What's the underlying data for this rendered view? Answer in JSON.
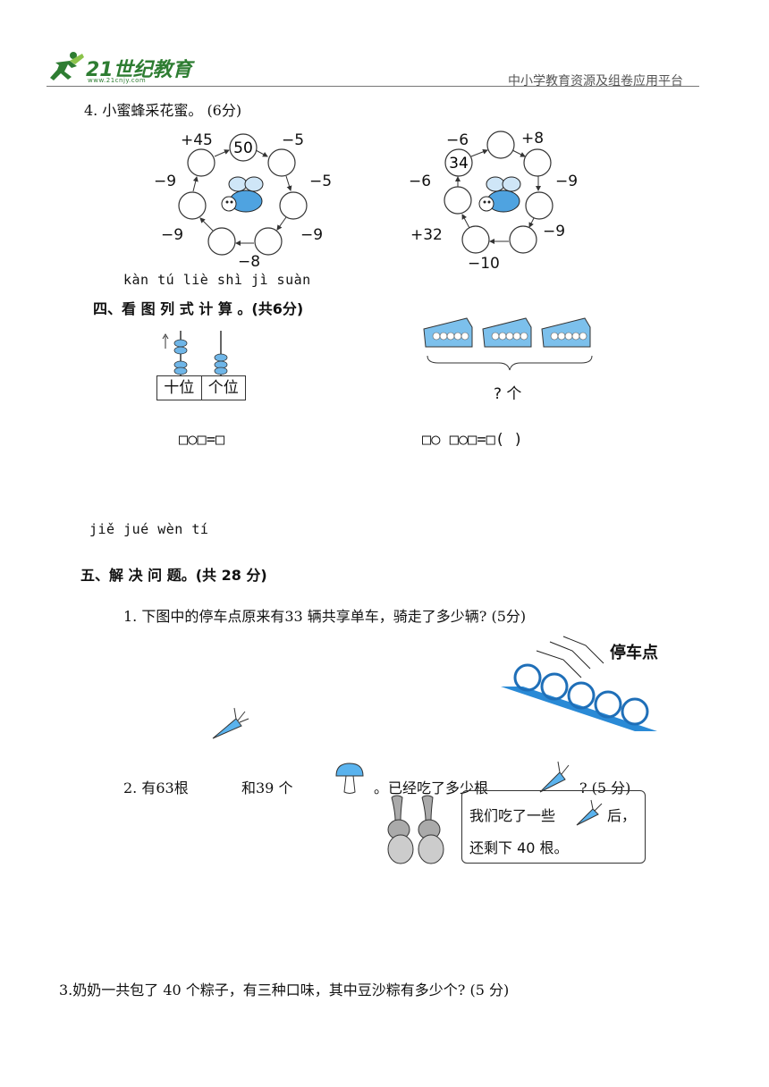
{
  "header": {
    "logo_main": "21世纪教育",
    "logo_sub": "www.21cnjy.com",
    "site_name": "中小学教育资源及组卷应用平台"
  },
  "q4": {
    "title": "4. 小蜜蜂采花蜜。 (6分)",
    "left_ring": {
      "top_value": "50",
      "ops": [
        "+45",
        "−5",
        "−9",
        "−5",
        "−9",
        "−9",
        "−8"
      ]
    },
    "right_ring": {
      "start_value": "34",
      "ops": [
        "−6",
        "+8",
        "−6",
        "−9",
        "+32",
        "−9",
        "−10"
      ]
    }
  },
  "section4": {
    "pinyin": "kàn tú liè shì jì suàn",
    "title": "四、看 图 列 式 计 算 。(共6分)",
    "abacus_labels": [
      "十位",
      "个位"
    ],
    "box_label": "? 个",
    "formula_left": "□○□=□",
    "formula_right": "□○ □○□=□( )"
  },
  "section5": {
    "pinyin": "jiě jué wèn tí",
    "title": "五、解 决 问 题。(共 28 分)",
    "p1": "1.  下图中的停车点原来有33 辆共享单车，骑走了多少辆? (5分)",
    "parking_sign": "停车点",
    "p2_a": "2.  有63根",
    "p2_b": "和39 个",
    "p2_c": "。已经吃了多少根",
    "p2_d": "? (5 分)",
    "bubble_line1_a": "我们吃了一些",
    "bubble_line1_b": "后，",
    "bubble_line2": "还剩下 40 根。",
    "p3": "3.奶奶一共包了 40 个粽子，有三种口味，其中豆沙粽有多少个? (5 分)"
  }
}
